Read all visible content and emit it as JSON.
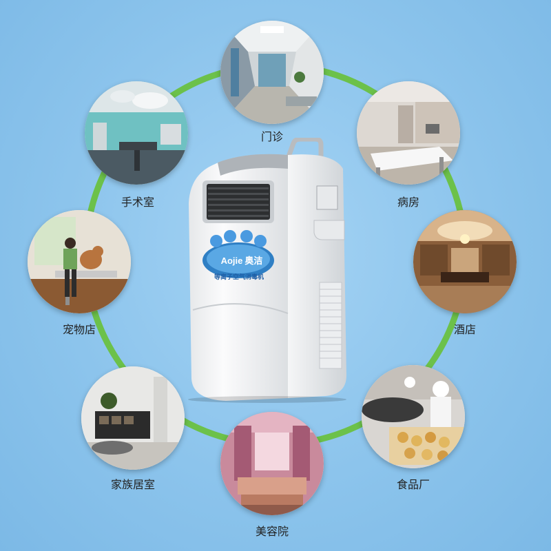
{
  "brand": {
    "logo_text": "Aojie",
    "logo_cn": "奥洁",
    "subtitle": "等离子空气消毒机"
  },
  "scenes": [
    {
      "key": "clinic",
      "label": "门诊",
      "icon": "clinic-corridor-photo"
    },
    {
      "key": "surgery",
      "label": "手术室",
      "icon": "operating-room-photo"
    },
    {
      "key": "ward",
      "label": "病房",
      "icon": "hospital-ward-photo"
    },
    {
      "key": "petshop",
      "label": "宠物店",
      "icon": "pet-shop-photo"
    },
    {
      "key": "hotel",
      "label": "酒店",
      "icon": "hotel-lobby-photo"
    },
    {
      "key": "home",
      "label": "家族居室",
      "icon": "living-room-photo"
    },
    {
      "key": "food",
      "label": "食品厂",
      "icon": "food-factory-photo"
    },
    {
      "key": "beauty",
      "label": "美容院",
      "icon": "beauty-salon-photo"
    }
  ],
  "colors": {
    "ring": "#6cc14a",
    "background": "#8fc6ee",
    "device_body": "#f4f5f7"
  }
}
